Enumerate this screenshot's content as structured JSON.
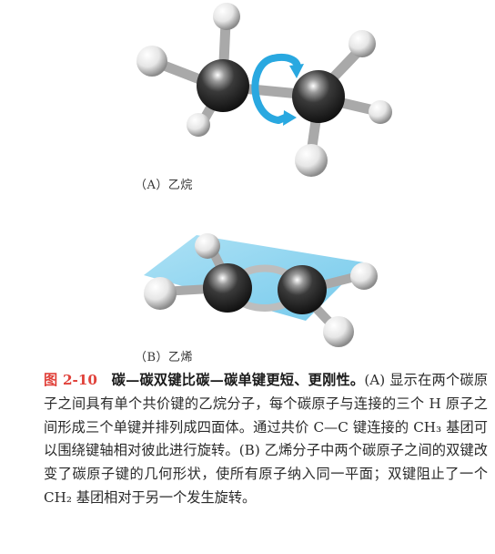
{
  "figure": {
    "label_a": "（A）乙烷",
    "label_b": "（B）乙烯",
    "caption_number": "图 2-10",
    "caption_title": "碳—碳双键比碳—碳单键更短、更刚性。",
    "caption_body": "(A) 显示在两个碳原子之间具有单个共价键的乙烷分子，每个碳原子与连接的三个 H 原子之间形成三个单键并排列成四面体。通过共价 C—C 键连接的 CH₃ 基团可以围绕键轴相对彼此进行旋转。(B) 乙烯分子中两个碳原子之间的双键改变了碳原子键的几何形状，使所有原子纳入同一平面；双键阻止了一个 CH₂ 基团相对于另一个发生旋转。"
  },
  "colors": {
    "figure_number": "#e0413a",
    "rotation_arrow": "#29a8e0",
    "plane": "#7fd0ee",
    "carbon": "#2b2b2b",
    "hydrogen": "#eeeeee"
  }
}
